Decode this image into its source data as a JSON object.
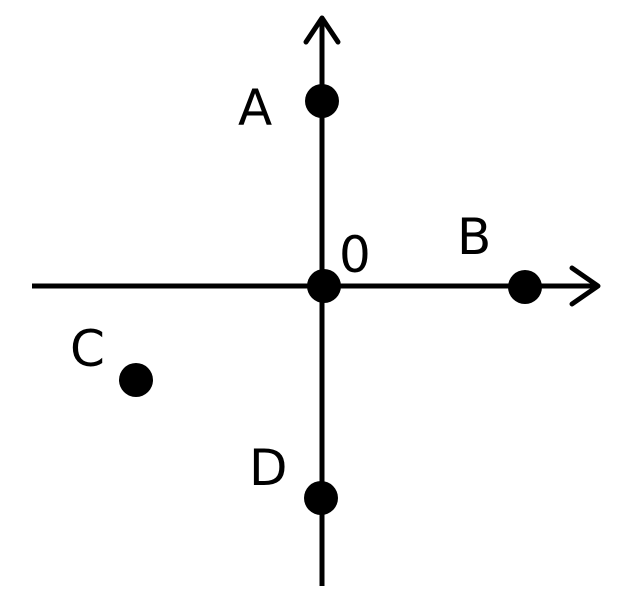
{
  "diagram": {
    "origin_label": "0",
    "points": [
      {
        "id": "A",
        "label": "A"
      },
      {
        "id": "B",
        "label": "B"
      },
      {
        "id": "C",
        "label": "C"
      },
      {
        "id": "D",
        "label": "D"
      }
    ],
    "colors": {
      "ink": "#000000",
      "background": "#ffffff"
    }
  }
}
